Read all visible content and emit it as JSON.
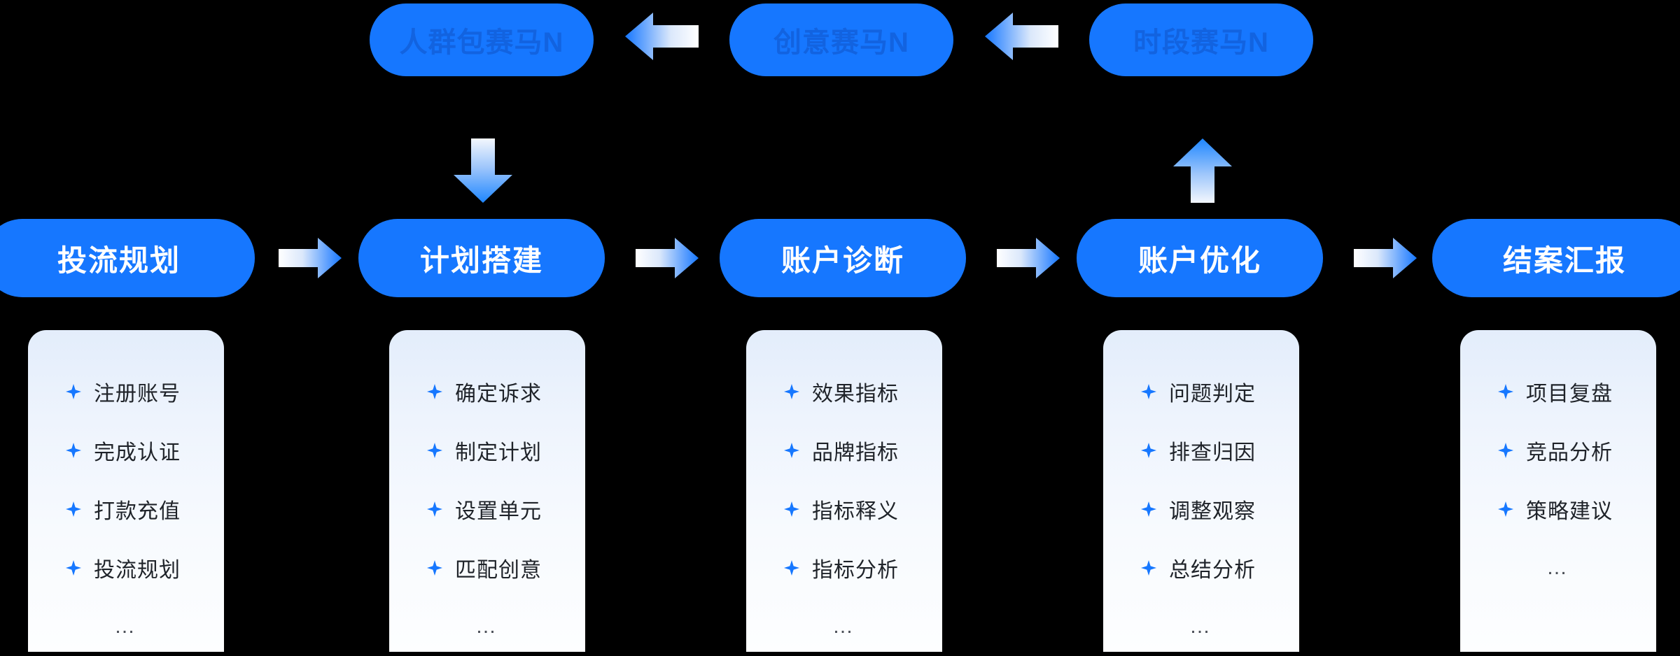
{
  "colors": {
    "background": "#000000",
    "primary_blue": "#1677ff",
    "pill_text_blue": "#1263e0",
    "stage_text": "#ffffff",
    "bullet_text": "#1f2329",
    "card_top": "#e3edfb",
    "card_bottom": "#fdfeff"
  },
  "experiments": {
    "items": [
      {
        "label": "人群包赛马N"
      },
      {
        "label": "创意赛马N"
      },
      {
        "label": "时段赛马N"
      }
    ],
    "connectors": [
      {
        "icon": "arrow-left-icon"
      },
      {
        "icon": "arrow-left-icon"
      }
    ]
  },
  "vertical_connectors": [
    {
      "icon": "arrow-down-icon",
      "from": "人群包赛马N",
      "to": "计划搭建"
    },
    {
      "icon": "arrow-up-icon",
      "from": "账户优化",
      "to": "时段赛马N"
    }
  ],
  "flow": {
    "stages": [
      {
        "title": "投流规划",
        "items": [
          "注册账号",
          "完成认证",
          "打款充值",
          "投流规划"
        ],
        "more": "…"
      },
      {
        "title": "计划搭建",
        "items": [
          "确定诉求",
          "制定计划",
          "设置单元",
          "匹配创意"
        ],
        "more": "…"
      },
      {
        "title": "账户诊断",
        "items": [
          "效果指标",
          "品牌指标",
          "指标释义",
          "指标分析"
        ],
        "more": "…"
      },
      {
        "title": "账户优化",
        "items": [
          "问题判定",
          "排查归因",
          "调整观察",
          "总结分析"
        ],
        "more": "…"
      },
      {
        "title": "结案汇报",
        "items": [
          "项目复盘",
          "竞品分析",
          "策略建议"
        ],
        "more": "…"
      }
    ],
    "connectors": [
      {
        "icon": "arrow-right-icon"
      },
      {
        "icon": "arrow-right-icon"
      },
      {
        "icon": "arrow-right-icon"
      },
      {
        "icon": "arrow-right-icon"
      }
    ]
  }
}
